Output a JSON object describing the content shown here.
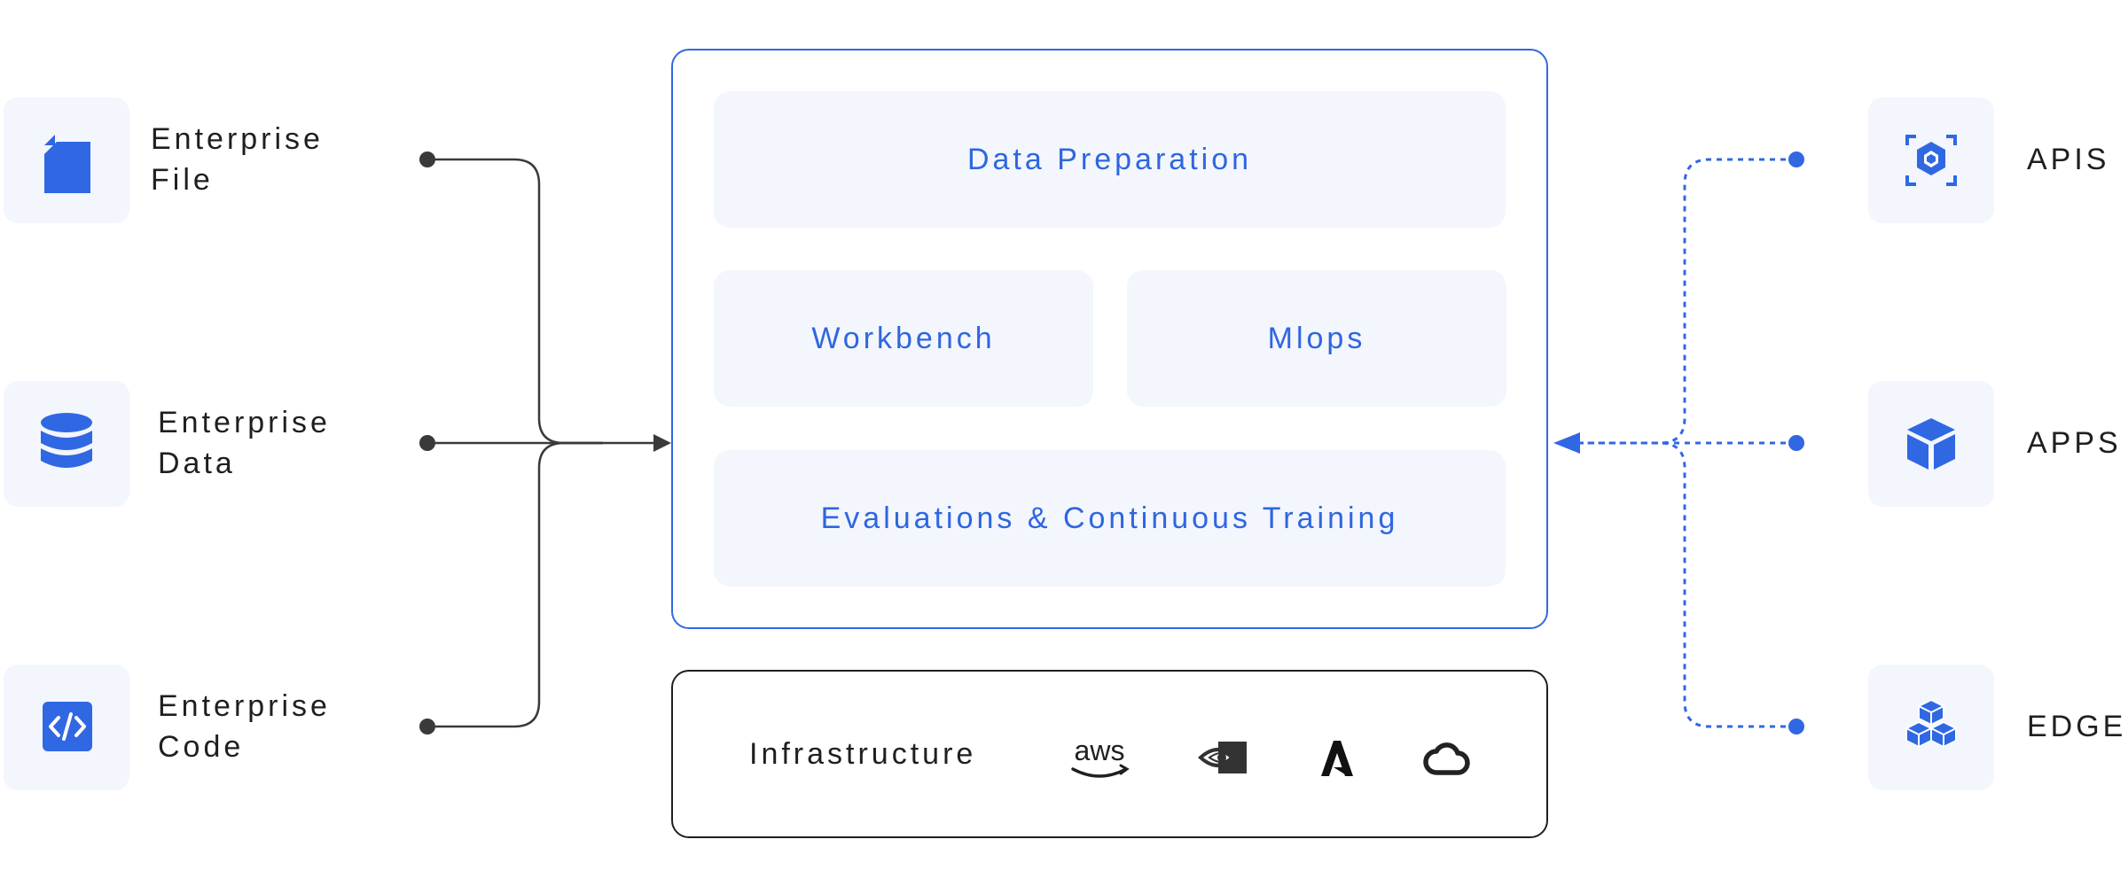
{
  "sources": [
    {
      "label": "Enterprise\nFile",
      "icon": "file-icon"
    },
    {
      "label": "Enterprise\nData",
      "icon": "database-icon"
    },
    {
      "label": "Enterprise\nCode",
      "icon": "code-icon"
    }
  ],
  "platform": {
    "data_preparation": "Data Preparation",
    "workbench": "Workbench",
    "mlops": "Mlops",
    "evaluations": "Evaluations & Continuous Training"
  },
  "infrastructure": {
    "label": "Infrastructure",
    "aws_text": "aws",
    "providers": [
      "aws-logo-icon",
      "nvidia-logo-icon",
      "azure-logo-icon",
      "google-cloud-logo-icon"
    ]
  },
  "outputs": [
    {
      "label": "APIS",
      "icon": "api-cube-icon"
    },
    {
      "label": "APPS",
      "icon": "box-icon"
    },
    {
      "label": "EDGE",
      "icon": "stacked-cubes-icon"
    }
  ],
  "colors": {
    "accent": "#3068e3",
    "module_bg": "#f3f6fd",
    "text_dark": "#1f1f1f",
    "connector_dark": "#3a3a3a"
  }
}
